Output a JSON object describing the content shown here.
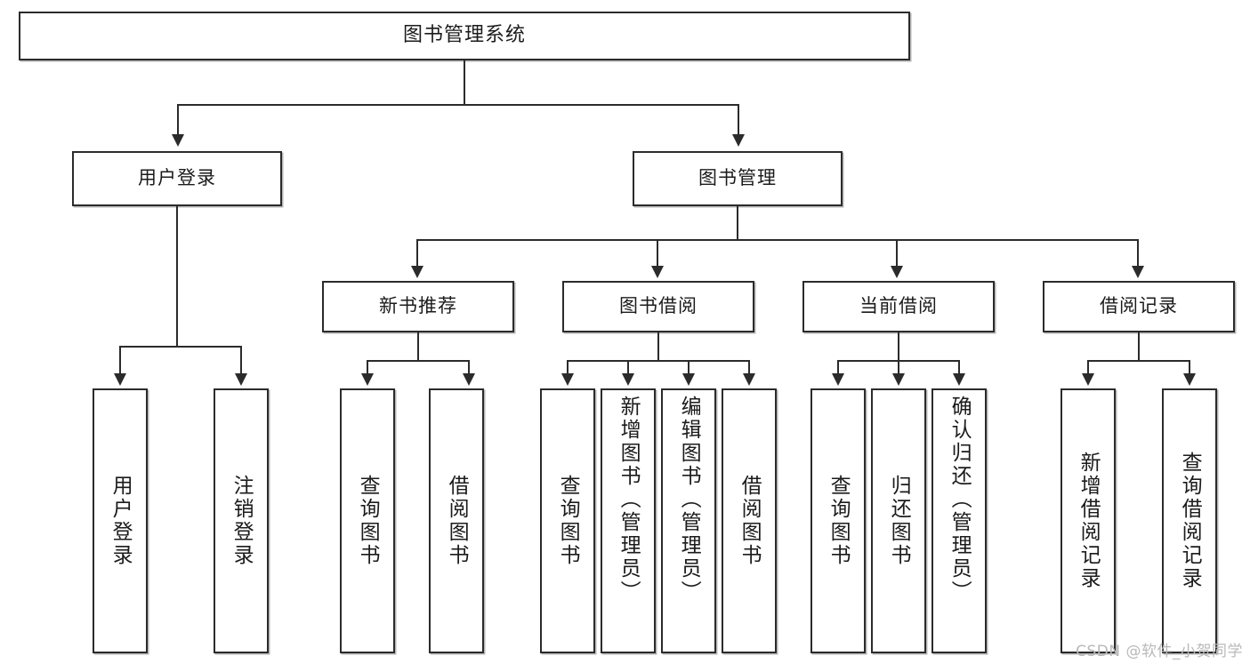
{
  "diagram": {
    "title": "图书管理系统",
    "watermark": "CSDN @软件_小贺同学",
    "root": {
      "label": "图书管理系统"
    },
    "level2": [
      {
        "id": "user-login",
        "label": "用户登录"
      },
      {
        "id": "book-management",
        "label": "图书管理"
      }
    ],
    "level3": [
      {
        "id": "new-book-recommend",
        "label": "新书推荐"
      },
      {
        "id": "book-borrow",
        "label": "图书借阅"
      },
      {
        "id": "current-borrow",
        "label": "当前借阅"
      },
      {
        "id": "borrow-record",
        "label": "借阅记录"
      }
    ],
    "leaves": {
      "user_login": [
        {
          "id": "leaf-user-login",
          "label": "用户登录"
        },
        {
          "id": "leaf-logout",
          "label": "注销登录"
        }
      ],
      "new_book_recommend": [
        {
          "id": "leaf-query-book-1",
          "label": "查询图书"
        },
        {
          "id": "leaf-borrow-book-1",
          "label": "借阅图书"
        }
      ],
      "book_borrow": [
        {
          "id": "leaf-query-book-2",
          "label": "查询图书"
        },
        {
          "id": "leaf-add-book",
          "label": "新增图书（管理员）"
        },
        {
          "id": "leaf-edit-book",
          "label": "编辑图书（管理员）"
        },
        {
          "id": "leaf-borrow-book-2",
          "label": "借阅图书"
        }
      ],
      "current_borrow": [
        {
          "id": "leaf-query-book-3",
          "label": "查询图书"
        },
        {
          "id": "leaf-return-book",
          "label": "归还图书"
        },
        {
          "id": "leaf-confirm-return",
          "label": "确认归还（管理员）"
        }
      ],
      "borrow_record": [
        {
          "id": "leaf-add-record",
          "label": "新增借阅记录"
        },
        {
          "id": "leaf-query-record",
          "label": "查询借阅记录"
        }
      ]
    }
  },
  "colors": {
    "stroke": "#2b2b2b",
    "background": "#ffffff",
    "text": "#1b1b1b",
    "watermark": "#b9b9b9"
  }
}
